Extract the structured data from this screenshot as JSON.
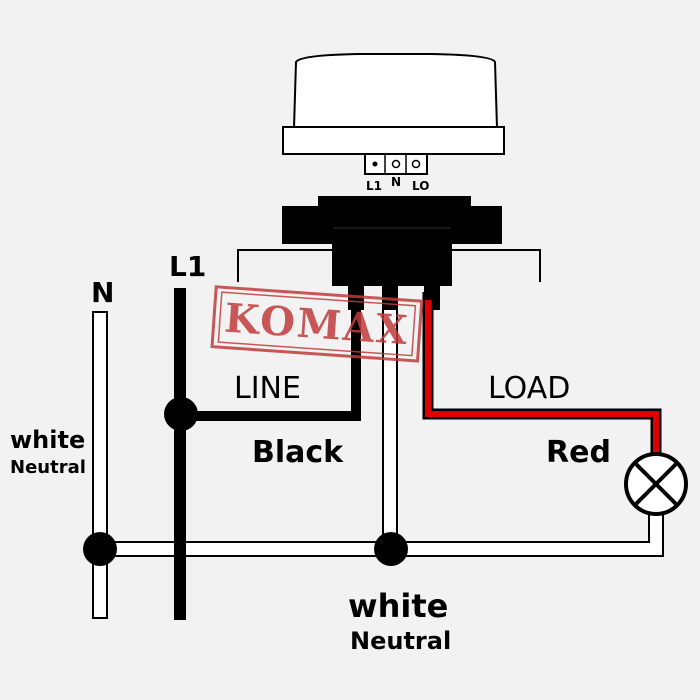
{
  "sensor": {
    "terminals": {
      "l1": "L1",
      "n": "N",
      "lo": "LO"
    }
  },
  "wires": {
    "neutral_label": "N",
    "line_label": "L1"
  },
  "labels": {
    "line": "LINE",
    "black": "Black",
    "load": "LOAD",
    "red": "Red",
    "white_left": "white",
    "neutral_left": "Neutral",
    "white_bottom": "white",
    "neutral_bottom": "Neutral"
  },
  "watermark": {
    "text": "KOMAX"
  },
  "colors": {
    "line_wire": "#000000",
    "load_wire": "#e00000",
    "neutral_wire": "#ffffff",
    "stamp": "#c23b3b"
  }
}
